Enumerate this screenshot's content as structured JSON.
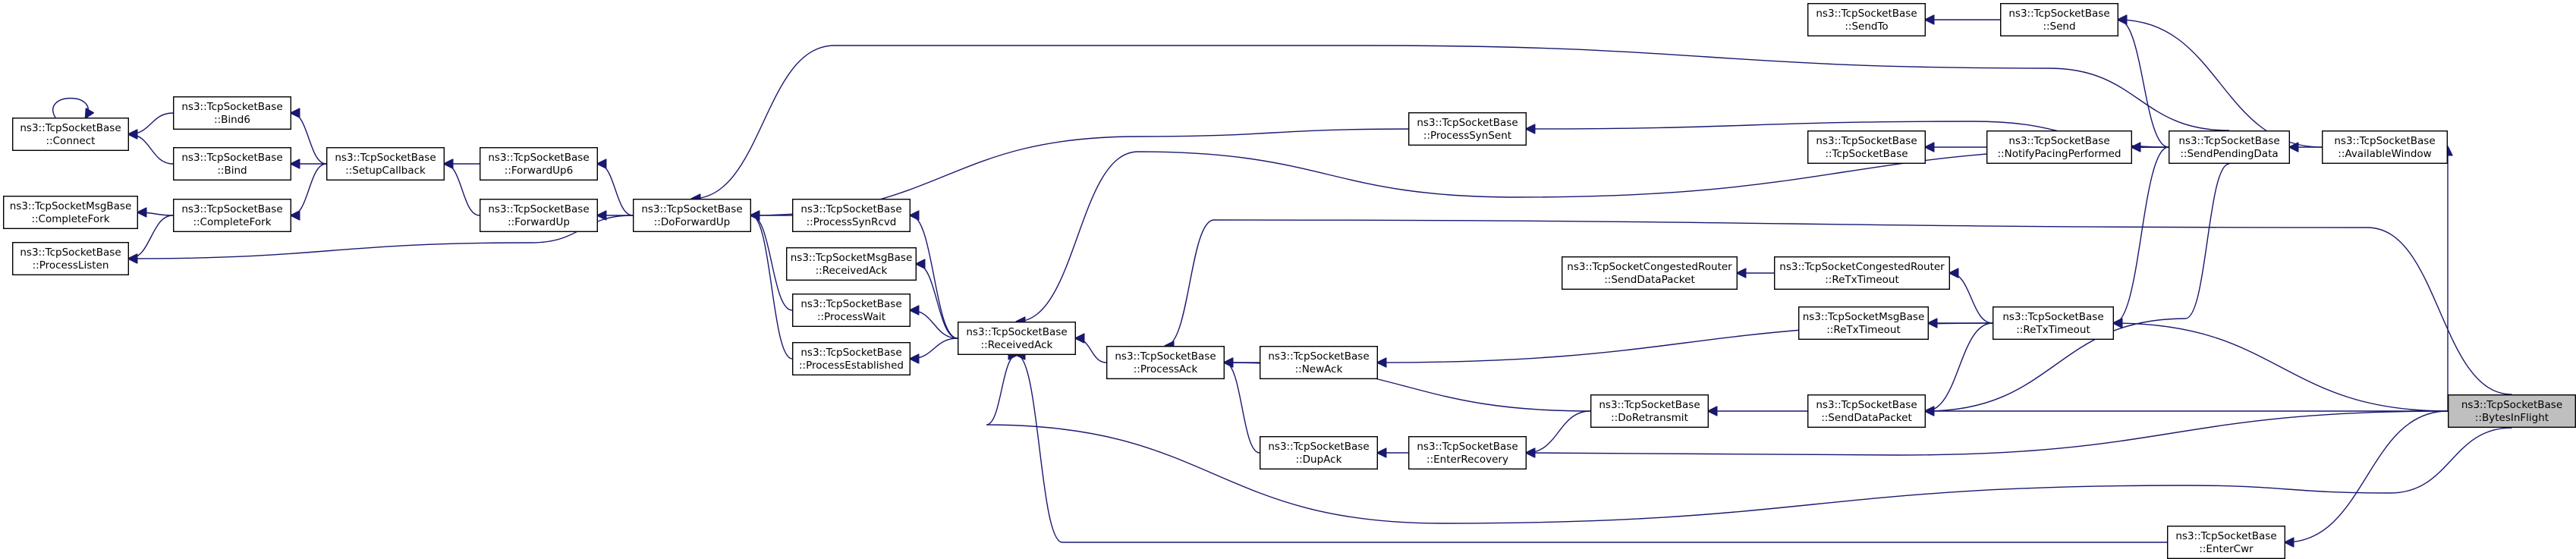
{
  "graph_title": "",
  "colors": {
    "edge": "#191970",
    "node_border": "#000000",
    "node_fill": "#ffffff",
    "highlight_fill": "#bfbfbf"
  },
  "nodes": [
    {
      "id": "connect",
      "line1": "ns3::TcpSocketBase",
      "line2": "::Connect"
    },
    {
      "id": "bind6",
      "line1": "ns3::TcpSocketBase",
      "line2": "::Bind6"
    },
    {
      "id": "bind",
      "line1": "ns3::TcpSocketBase",
      "line2": "::Bind"
    },
    {
      "id": "setupcallback",
      "line1": "ns3::TcpSocketBase",
      "line2": "::SetupCallback"
    },
    {
      "id": "msgcompletefork",
      "line1": "ns3::TcpSocketMsgBase",
      "line2": "::CompleteFork"
    },
    {
      "id": "completefork",
      "line1": "ns3::TcpSocketBase",
      "line2": "::CompleteFork"
    },
    {
      "id": "processlisten",
      "line1": "ns3::TcpSocketBase",
      "line2": "::ProcessListen"
    },
    {
      "id": "forwardup6",
      "line1": "ns3::TcpSocketBase",
      "line2": "::ForwardUp6"
    },
    {
      "id": "forwardup",
      "line1": "ns3::TcpSocketBase",
      "line2": "::ForwardUp"
    },
    {
      "id": "doforwardup",
      "line1": "ns3::TcpSocketBase",
      "line2": "::DoForwardUp"
    },
    {
      "id": "processsynrcvd",
      "line1": "ns3::TcpSocketBase",
      "line2": "::ProcessSynRcvd"
    },
    {
      "id": "msgreceivedack",
      "line1": "ns3::TcpSocketMsgBase",
      "line2": "::ReceivedAck"
    },
    {
      "id": "processwait",
      "line1": "ns3::TcpSocketBase",
      "line2": "::ProcessWait"
    },
    {
      "id": "processestablished",
      "line1": "ns3::TcpSocketBase",
      "line2": "::ProcessEstablished"
    },
    {
      "id": "receivedack",
      "line1": "ns3::TcpSocketBase",
      "line2": "::ReceivedAck"
    },
    {
      "id": "processack",
      "line1": "ns3::TcpSocketBase",
      "line2": "::ProcessAck"
    },
    {
      "id": "newack",
      "line1": "ns3::TcpSocketBase",
      "line2": "::NewAck"
    },
    {
      "id": "dupack",
      "line1": "ns3::TcpSocketBase",
      "line2": "::DupAck"
    },
    {
      "id": "processsynsent",
      "line1": "ns3::TcpSocketBase",
      "line2": "::ProcessSynSent"
    },
    {
      "id": "enterrecovery",
      "line1": "ns3::TcpSocketBase",
      "line2": "::EnterRecovery"
    },
    {
      "id": "doretransmit",
      "line1": "ns3::TcpSocketBase",
      "line2": "::DoRetransmit"
    },
    {
      "id": "congsenddatapacket",
      "line1": "ns3::TcpSocketCongestedRouter",
      "line2": "::SendDataPacket"
    },
    {
      "id": "congretxtimeout",
      "line1": "ns3::TcpSocketCongestedRouter",
      "line2": "::ReTxTimeout"
    },
    {
      "id": "msgretxtimeout",
      "line1": "ns3::TcpSocketMsgBase",
      "line2": "::ReTxTimeout"
    },
    {
      "id": "sendto",
      "line1": "ns3::TcpSocketBase",
      "line2": "::SendTo"
    },
    {
      "id": "ctor",
      "line1": "ns3::TcpSocketBase",
      "line2": "::TcpSocketBase"
    },
    {
      "id": "send",
      "line1": "ns3::TcpSocketBase",
      "line2": "::Send"
    },
    {
      "id": "notifypacing",
      "line1": "ns3::TcpSocketBase",
      "line2": "::NotifyPacingPerformed"
    },
    {
      "id": "retxtimeout",
      "line1": "ns3::TcpSocketBase",
      "line2": "::ReTxTimeout"
    },
    {
      "id": "senddatapacket",
      "line1": "ns3::TcpSocketBase",
      "line2": "::SendDataPacket"
    },
    {
      "id": "entercwr",
      "line1": "ns3::TcpSocketBase",
      "line2": "::EnterCwr"
    },
    {
      "id": "sendpendingdata",
      "line1": "ns3::TcpSocketBase",
      "line2": "::SendPendingData"
    },
    {
      "id": "availablewindow",
      "line1": "ns3::TcpSocketBase",
      "line2": "::AvailableWindow"
    },
    {
      "id": "bytesinflight",
      "line1": "ns3::TcpSocketBase",
      "line2": "::BytesInFlight",
      "highlight": true
    }
  ],
  "edges": [
    {
      "from": "connect",
      "to": "connect"
    },
    {
      "from": "bind6",
      "to": "connect"
    },
    {
      "from": "bind",
      "to": "connect"
    },
    {
      "from": "setupcallback",
      "to": "bind6"
    },
    {
      "from": "setupcallback",
      "to": "bind"
    },
    {
      "from": "setupcallback",
      "to": "completefork"
    },
    {
      "from": "completefork",
      "to": "msgcompletefork"
    },
    {
      "from": "completefork",
      "to": "processlisten"
    },
    {
      "from": "forwardup6",
      "to": "setupcallback"
    },
    {
      "from": "forwardup",
      "to": "setupcallback"
    },
    {
      "from": "doforwardup",
      "to": "forwardup6"
    },
    {
      "from": "doforwardup",
      "to": "forwardup"
    },
    {
      "from": "doforwardup",
      "to": "processlisten"
    },
    {
      "from": "processsynrcvd",
      "to": "doforwardup"
    },
    {
      "from": "processwait",
      "to": "doforwardup"
    },
    {
      "from": "processestablished",
      "to": "doforwardup"
    },
    {
      "from": "processsynsent",
      "to": "doforwardup"
    },
    {
      "from": "sendpendingdata",
      "to": "doforwardup"
    },
    {
      "from": "receivedack",
      "to": "processsynrcvd"
    },
    {
      "from": "receivedack",
      "to": "msgreceivedack"
    },
    {
      "from": "receivedack",
      "to": "processwait"
    },
    {
      "from": "receivedack",
      "to": "processestablished"
    },
    {
      "from": "processack",
      "to": "receivedack"
    },
    {
      "from": "sendpendingdata",
      "to": "receivedack"
    },
    {
      "from": "bytesinflight",
      "to": "receivedack"
    },
    {
      "from": "entercwr",
      "to": "receivedack"
    },
    {
      "from": "newack",
      "to": "processack"
    },
    {
      "from": "dupack",
      "to": "processack"
    },
    {
      "from": "doretransmit",
      "to": "processack"
    },
    {
      "from": "bytesinflight",
      "to": "processack"
    },
    {
      "from": "enterrecovery",
      "to": "dupack"
    },
    {
      "from": "doretransmit",
      "to": "enterrecovery"
    },
    {
      "from": "senddatapacket",
      "to": "doretransmit"
    },
    {
      "from": "retxtimeout",
      "to": "newack"
    },
    {
      "from": "retxtimeout",
      "to": "senddatapacket"
    },
    {
      "from": "retxtimeout",
      "to": "congretxtimeout"
    },
    {
      "from": "retxtimeout",
      "to": "msgretxtimeout"
    },
    {
      "from": "congretxtimeout",
      "to": "congsenddatapacket"
    },
    {
      "from": "sendpendingdata",
      "to": "processsynsent"
    },
    {
      "from": "sendpendingdata",
      "to": "send"
    },
    {
      "from": "sendpendingdata",
      "to": "notifypacing"
    },
    {
      "from": "sendpendingdata",
      "to": "retxtimeout"
    },
    {
      "from": "sendpendingdata",
      "to": "senddatapacket"
    },
    {
      "from": "send",
      "to": "sendto"
    },
    {
      "from": "notifypacing",
      "to": "ctor"
    },
    {
      "from": "availablewindow",
      "to": "sendpendingdata"
    },
    {
      "from": "availablewindow",
      "to": "send"
    },
    {
      "from": "bytesinflight",
      "to": "availablewindow"
    },
    {
      "from": "bytesinflight",
      "to": "retxtimeout"
    },
    {
      "from": "bytesinflight",
      "to": "senddatapacket"
    },
    {
      "from": "bytesinflight",
      "to": "enterrecovery"
    },
    {
      "from": "bytesinflight",
      "to": "entercwr"
    }
  ]
}
